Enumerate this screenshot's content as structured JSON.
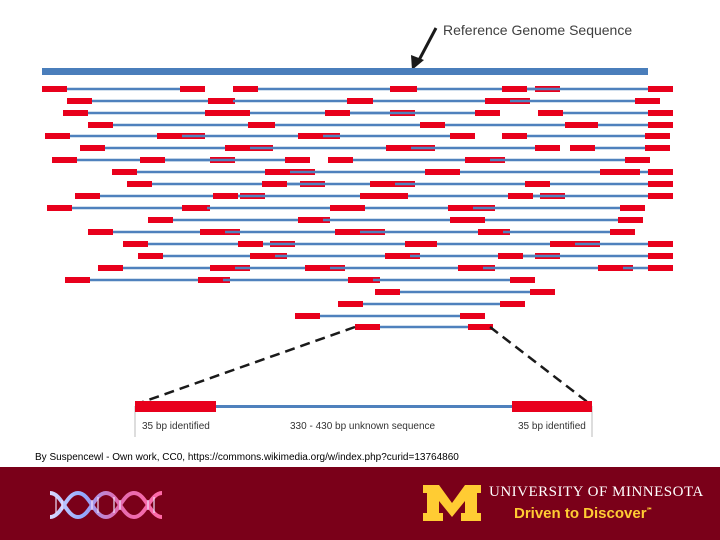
{
  "diagram": {
    "reference_label": "Reference Genome Sequence",
    "left_read_label": "35 bp identified",
    "middle_label": "330 - 430 bp unknown sequence",
    "right_read_label": "35 bp identified"
  },
  "credit": "By Suspencewl - Own work, CC0, https://commons.wikimedia.org/w/index.php?curid=13764860",
  "footer": {
    "university_name": "UNIVERSITY OF MINNESOTA",
    "tagline": "Driven to Discover",
    "tagline_mark": "℠"
  },
  "colors": {
    "reference_bar": "#4a7ebb",
    "read_line": "#4f81bd",
    "read_end": "#e8001c",
    "footer_bg": "#7a0019",
    "footer_gold": "#ffcc33"
  }
}
